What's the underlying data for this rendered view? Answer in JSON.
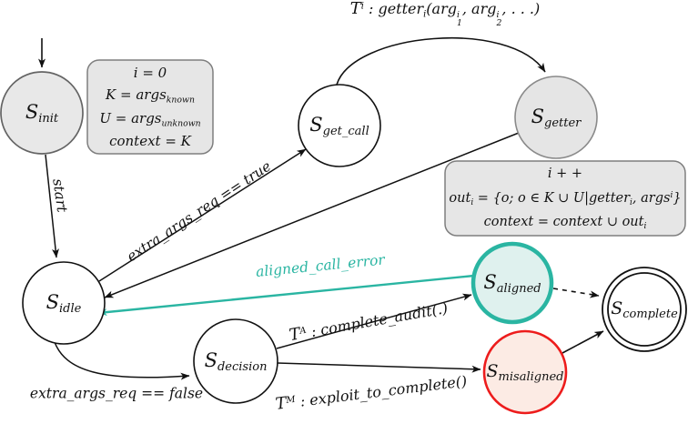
{
  "figure": {
    "type": "state-machine-diagram",
    "background": "#ffffff"
  },
  "states": {
    "init": {
      "main": "S",
      "sub": "init"
    },
    "get_call": {
      "main": "S",
      "sub": "get_call"
    },
    "getter": {
      "main": "S",
      "sub": "getter"
    },
    "idle": {
      "main": "S",
      "sub": "idle"
    },
    "decision": {
      "main": "S",
      "sub": "decision"
    },
    "aligned": {
      "main": "S",
      "sub": "aligned"
    },
    "misaligned": {
      "main": "S",
      "sub": "misaligned"
    },
    "complete": {
      "main": "S",
      "sub": "complete"
    }
  },
  "edges": {
    "start": {
      "label": "start"
    },
    "extra_true": {
      "label": "extra_args_req == true"
    },
    "extra_false": {
      "label": "extra_args_req == false"
    },
    "aligned_error": {
      "label": "aligned_call_error"
    },
    "getter_call": {
      "t": "T",
      "t_sup": "i",
      "mid": " : getter",
      "mid_sub": "i",
      "open": "(arg",
      "a1_sup": "i",
      "a1_sub": "1",
      "comma": ", arg",
      "a2_sup": "i",
      "a2_sub": "2",
      "close": ", . . .)"
    },
    "audit": {
      "t": "T",
      "t_sup": "A",
      "rest": " : complete_audit(.)"
    },
    "exploit": {
      "t": "T",
      "t_sup": "M",
      "rest": " : exploit_to_complete()"
    }
  },
  "boxes": {
    "init_box": {
      "l1": "i = 0",
      "l2a": "K = args",
      "l2b": "known",
      "l3a": "U = args",
      "l3b": "unknown",
      "l4": "context = K"
    },
    "getter_box": {
      "l1": "i + +",
      "l2a": "out",
      "l2b": "i",
      "l2c": " = {o; o ∈ K ∪ U|getter",
      "l2d": "i",
      "l2e": ", args",
      "l2f": "i",
      "l2g": "}",
      "l3a": "context = context ∪ out",
      "l3b": "i"
    }
  },
  "colors": {
    "aligned_stroke": "#2ab5a2",
    "aligned_fill": "#dff1ee",
    "misaligned_stroke": "#ed1c1c",
    "misaligned_fill": "#fcebe4",
    "state_gray_fill": "#e8e8e8",
    "note_fill": "#e6e6e6",
    "edge_black": "#111111"
  }
}
